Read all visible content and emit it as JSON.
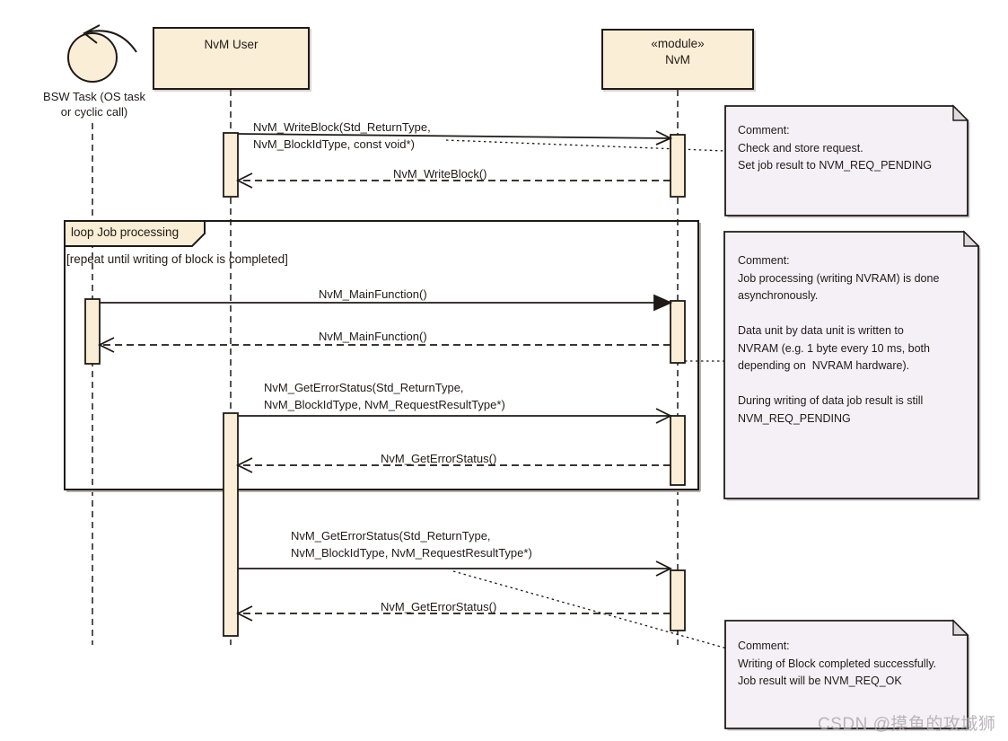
{
  "diagram": {
    "actors": {
      "bsw_task": {
        "label": "BSW Task (OS task\nor cyclic call)"
      },
      "nvm_user": {
        "title": "NvM User"
      },
      "nvm": {
        "stereotype": "«module»",
        "name": "NvM"
      }
    },
    "loop": {
      "operator": "loop Job processing",
      "guard": "[repeat until writing of block is completed]"
    },
    "messages": {
      "write_block_call": "NvM_WriteBlock(Std_ReturnType,\nNvM_BlockIdType, const void*)",
      "write_block_return": "NvM_WriteBlock()",
      "main_function_call": "NvM_MainFunction()",
      "main_function_return": "NvM_MainFunction()",
      "get_error_status_call_1": "NvM_GetErrorStatus(Std_ReturnType,\nNvM_BlockIdType, NvM_RequestResultType*)",
      "get_error_status_return_1": "NvM_GetErrorStatus()",
      "get_error_status_call_2": "NvM_GetErrorStatus(Std_ReturnType,\nNvM_BlockIdType, NvM_RequestResultType*)",
      "get_error_status_return_2": "NvM_GetErrorStatus()"
    },
    "notes": {
      "note1": {
        "text": "Comment:\nCheck and store request.\nSet job result to NVM_REQ_PENDING"
      },
      "note2": {
        "text": "Comment:\nJob processing (writing NVRAM) is done\nasynchronously.\n\nData unit by data unit is written to\nNVRAM (e.g. 1 byte every 10 ms, both\ndepending on  NVRAM hardware).\n\nDuring writing of data job result is still\nNVM_REQ_PENDING"
      },
      "note3": {
        "text": "Comment:\nWriting of Block completed successfully.\nJob result will be NVM_REQ_OK"
      }
    },
    "watermark": "CSDN @摸鱼的攻城狮",
    "colors": {
      "element_fill": "#FBEED6",
      "note_fill": "#F5F0F6",
      "line": "#1F1A17",
      "watermark": "#AAA6AB"
    }
  }
}
